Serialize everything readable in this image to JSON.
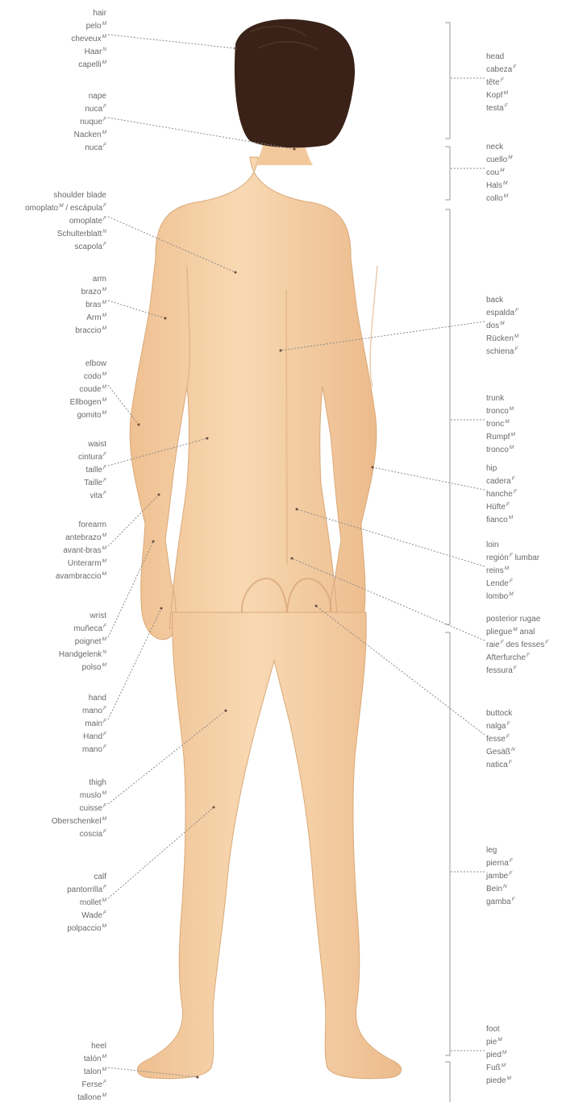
{
  "colors": {
    "skin": "#f6d2a8",
    "skin_shadow": "#e5b587",
    "hair": "#3a2218",
    "line": "#8a8a8a",
    "text": "#6a6a6a"
  },
  "left_labels": [
    {
      "id": "hair",
      "words": [
        {
          "t": "hair",
          "g": ""
        },
        {
          "t": "pelo",
          "g": "M"
        },
        {
          "t": "cheveux",
          "g": "M"
        },
        {
          "t": "Haar",
          "g": "N"
        },
        {
          "t": "capelli",
          "g": "M"
        }
      ]
    },
    {
      "id": "nape",
      "words": [
        {
          "t": "nape",
          "g": ""
        },
        {
          "t": "nuca",
          "g": "F"
        },
        {
          "t": "nuque",
          "g": "F"
        },
        {
          "t": "Nacken",
          "g": "M"
        },
        {
          "t": "nuca",
          "g": "F"
        }
      ]
    },
    {
      "id": "shoulder-blade",
      "words": [
        {
          "t": "shoulder blade",
          "g": ""
        },
        {
          "t": "omoplato",
          "g": "M",
          "rest": " / escápula",
          "g2": "F"
        },
        {
          "t": "omoplate",
          "g": "F"
        },
        {
          "t": "Schulterblatt",
          "g": "N"
        },
        {
          "t": "scapola",
          "g": "F"
        }
      ]
    },
    {
      "id": "arm",
      "words": [
        {
          "t": "arm",
          "g": ""
        },
        {
          "t": "brazo",
          "g": "M"
        },
        {
          "t": "bras",
          "g": "M"
        },
        {
          "t": "Arm",
          "g": "M"
        },
        {
          "t": "braccio",
          "g": "M"
        }
      ]
    },
    {
      "id": "elbow",
      "words": [
        {
          "t": "elbow",
          "g": ""
        },
        {
          "t": "codo",
          "g": "M"
        },
        {
          "t": "coude",
          "g": "M"
        },
        {
          "t": "Ellbogen",
          "g": "M"
        },
        {
          "t": "gomito",
          "g": "M"
        }
      ]
    },
    {
      "id": "waist",
      "words": [
        {
          "t": "waist",
          "g": ""
        },
        {
          "t": "cintura",
          "g": "F"
        },
        {
          "t": "taille",
          "g": "F"
        },
        {
          "t": "Taille",
          "g": "F"
        },
        {
          "t": "vita",
          "g": "F"
        }
      ]
    },
    {
      "id": "forearm",
      "words": [
        {
          "t": "forearm",
          "g": ""
        },
        {
          "t": "antebrazo",
          "g": "M"
        },
        {
          "t": "avant-bras",
          "g": "M"
        },
        {
          "t": "Unterarm",
          "g": "M"
        },
        {
          "t": "avambraccio",
          "g": "M"
        }
      ]
    },
    {
      "id": "wrist",
      "words": [
        {
          "t": "wrist",
          "g": ""
        },
        {
          "t": "muñeca",
          "g": "F"
        },
        {
          "t": "poignet",
          "g": "M"
        },
        {
          "t": "Handgelenk",
          "g": "N"
        },
        {
          "t": "polso",
          "g": "M"
        }
      ]
    },
    {
      "id": "hand",
      "words": [
        {
          "t": "hand",
          "g": ""
        },
        {
          "t": "mano",
          "g": "F"
        },
        {
          "t": "main",
          "g": "F"
        },
        {
          "t": "Hand",
          "g": "F"
        },
        {
          "t": "mano",
          "g": "F"
        }
      ]
    },
    {
      "id": "thigh",
      "words": [
        {
          "t": "thigh",
          "g": ""
        },
        {
          "t": "muslo",
          "g": "M"
        },
        {
          "t": "cuisse",
          "g": "F"
        },
        {
          "t": "Oberschenkel",
          "g": "M"
        },
        {
          "t": "coscia",
          "g": "F"
        }
      ]
    },
    {
      "id": "calf",
      "words": [
        {
          "t": "calf",
          "g": ""
        },
        {
          "t": "pantorrilla",
          "g": "F"
        },
        {
          "t": "mollet",
          "g": "M"
        },
        {
          "t": "Wade",
          "g": "F"
        },
        {
          "t": "polpaccio",
          "g": "M"
        }
      ]
    },
    {
      "id": "heel",
      "words": [
        {
          "t": "heel",
          "g": ""
        },
        {
          "t": "talón",
          "g": "M"
        },
        {
          "t": "talon",
          "g": "M"
        },
        {
          "t": "Ferse",
          "g": "F"
        },
        {
          "t": "tallone",
          "g": "M"
        }
      ]
    }
  ],
  "right_labels": [
    {
      "id": "head",
      "words": [
        {
          "t": "head",
          "g": ""
        },
        {
          "t": "cabeza",
          "g": "F"
        },
        {
          "t": "tête",
          "g": "F"
        },
        {
          "t": "Kopf",
          "g": "M"
        },
        {
          "t": "testa",
          "g": "F"
        }
      ]
    },
    {
      "id": "neck",
      "words": [
        {
          "t": "neck",
          "g": ""
        },
        {
          "t": "cuello",
          "g": "M"
        },
        {
          "t": "cou",
          "g": "M"
        },
        {
          "t": "Hals",
          "g": "M"
        },
        {
          "t": "collo",
          "g": "M"
        }
      ]
    },
    {
      "id": "back",
      "words": [
        {
          "t": "back",
          "g": ""
        },
        {
          "t": "espalda",
          "g": "F"
        },
        {
          "t": "dos",
          "g": "M"
        },
        {
          "t": "Rücken",
          "g": "M"
        },
        {
          "t": "schiena",
          "g": "F"
        }
      ]
    },
    {
      "id": "trunk",
      "words": [
        {
          "t": "trunk",
          "g": ""
        },
        {
          "t": "tronco",
          "g": "M"
        },
        {
          "t": "tronc",
          "g": "M"
        },
        {
          "t": "Rumpf",
          "g": "M"
        },
        {
          "t": "tronco",
          "g": "M"
        }
      ]
    },
    {
      "id": "hip",
      "words": [
        {
          "t": "hip",
          "g": ""
        },
        {
          "t": "cadera",
          "g": "F"
        },
        {
          "t": "hanche",
          "g": "F"
        },
        {
          "t": "Hüfte",
          "g": "F"
        },
        {
          "t": "fianco",
          "g": "M"
        }
      ]
    },
    {
      "id": "loin",
      "words": [
        {
          "t": "loin",
          "g": ""
        },
        {
          "t": "región",
          "g": "F",
          "rest": " lumbar"
        },
        {
          "t": "reins",
          "g": "M"
        },
        {
          "t": "Lende",
          "g": "F"
        },
        {
          "t": "lombo",
          "g": "M"
        }
      ]
    },
    {
      "id": "posterior-rugae",
      "words": [
        {
          "t": "posterior rugae",
          "g": ""
        },
        {
          "t": "pliegue",
          "g": "M",
          "rest": " anal"
        },
        {
          "t": "raie",
          "g": "F",
          "rest": " des fesses",
          "g2": "F"
        },
        {
          "t": "Afterfurche",
          "g": "F"
        },
        {
          "t": "fessura",
          "g": "F"
        }
      ]
    },
    {
      "id": "buttock",
      "words": [
        {
          "t": "buttock",
          "g": ""
        },
        {
          "t": "nalga",
          "g": "F"
        },
        {
          "t": "fesse",
          "g": "F"
        },
        {
          "t": "Gesäß",
          "g": "N"
        },
        {
          "t": "natica",
          "g": "F"
        }
      ]
    },
    {
      "id": "leg",
      "words": [
        {
          "t": "leg",
          "g": ""
        },
        {
          "t": "pierna",
          "g": "F"
        },
        {
          "t": "jambe",
          "g": "F"
        },
        {
          "t": "Bein",
          "g": "N"
        },
        {
          "t": "gamba",
          "g": "F"
        }
      ]
    },
    {
      "id": "foot",
      "words": [
        {
          "t": "foot",
          "g": ""
        },
        {
          "t": "pie",
          "g": "M"
        },
        {
          "t": "pied",
          "g": "M"
        },
        {
          "t": "Fuß",
          "g": "M"
        },
        {
          "t": "piede",
          "g": "M"
        }
      ]
    }
  ]
}
